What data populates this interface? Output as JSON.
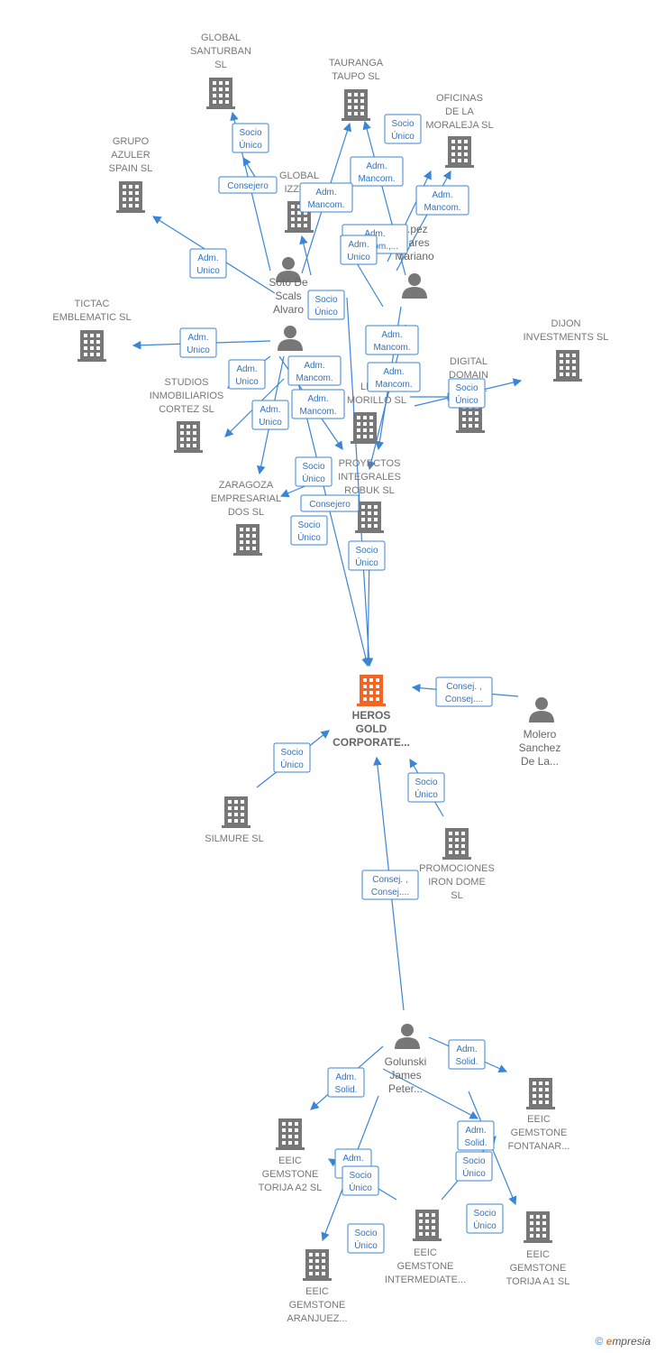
{
  "companies": [
    {
      "id": "global_santurban",
      "lines": [
        "GLOBAL",
        "SANTURBAN",
        "SL"
      ]
    },
    {
      "id": "tauranga",
      "lines": [
        "TAURANGA",
        "TAUPO  SL"
      ]
    },
    {
      "id": "oficinas",
      "lines": [
        "OFICINAS",
        "DE LA",
        "MORALEJA SL"
      ]
    },
    {
      "id": "grupo_azuler",
      "lines": [
        "GRUPO",
        "AZULER",
        "SPAIN SL"
      ]
    },
    {
      "id": "global_izze",
      "lines": [
        "GLOBAL",
        "IZZE..."
      ]
    },
    {
      "id": "tictac",
      "lines": [
        "TICTAC",
        "EMBLEMATIC SL"
      ]
    },
    {
      "id": "dijon",
      "lines": [
        "DIJON",
        "INVESTMENTS SL"
      ]
    },
    {
      "id": "digital_domain",
      "lines": [
        "DIGITAL",
        "DOMAIN",
        "CO...E..."
      ]
    },
    {
      "id": "studios",
      "lines": [
        "STUDIOS",
        "INMOBILIARIOS",
        "CORTEZ SL"
      ]
    },
    {
      "id": "llano_morillo",
      "lines": [
        "LLANO",
        "MORILLO SL"
      ]
    },
    {
      "id": "proyectos",
      "lines": [
        "PROYECTOS",
        "INTEGRALES",
        "ROBUK  SL"
      ]
    },
    {
      "id": "zaragoza",
      "lines": [
        "ZARAGOZA",
        "EMPRESARIAL",
        "DOS SL"
      ]
    },
    {
      "id": "heros",
      "lines": [
        "HEROS",
        "GOLD",
        "CORPORATE..."
      ],
      "focus": true
    },
    {
      "id": "silmure",
      "lines": [
        "SILMURE  SL"
      ]
    },
    {
      "id": "promociones",
      "lines": [
        "PROMOCIONES",
        "IRON DOME",
        "SL"
      ]
    },
    {
      "id": "eeic_fontanar",
      "lines": [
        "EEIC",
        "GEMSTONE",
        "FONTANAR..."
      ]
    },
    {
      "id": "eeic_torija_a2",
      "lines": [
        "EEIC",
        "GEMSTONE",
        "TORIJA A2  SL"
      ]
    },
    {
      "id": "eeic_intermediate",
      "lines": [
        "EEIC",
        "GEMSTONE",
        "INTERMEDIATE..."
      ]
    },
    {
      "id": "eeic_torija_a1",
      "lines": [
        "EEIC",
        "GEMSTONE",
        "TORIJA A1  SL"
      ]
    },
    {
      "id": "eeic_aranjuez",
      "lines": [
        "EEIC",
        "GEMSTONE",
        "ARANJUEZ..."
      ]
    }
  ],
  "persons": [
    {
      "id": "soto",
      "lines": [
        "Soto De",
        "Scals",
        "Alvaro"
      ]
    },
    {
      "id": "lopez",
      "lines": [
        "...pez",
        "...ares",
        "Mariano"
      ]
    },
    {
      "id": "center_person",
      "lines": []
    },
    {
      "id": "molero",
      "lines": [
        "Molero",
        "Sanchez",
        "De La..."
      ]
    },
    {
      "id": "golunski",
      "lines": [
        "Golunski",
        "James",
        "Peter..."
      ]
    }
  ],
  "relations": [
    {
      "id": "r1",
      "lines": [
        "Socio",
        "Único"
      ]
    },
    {
      "id": "r2",
      "lines": [
        "Consejero"
      ]
    },
    {
      "id": "r3",
      "lines": [
        "Socio",
        "Único"
      ]
    },
    {
      "id": "r4",
      "lines": [
        "Adm.",
        "Mancom."
      ]
    },
    {
      "id": "r5",
      "lines": [
        "Adm.",
        "Mancom."
      ]
    },
    {
      "id": "r6",
      "lines": [
        "Adm.",
        "Mancom."
      ]
    },
    {
      "id": "r7",
      "lines": [
        "Adm.",
        "Mancom.,..."
      ]
    },
    {
      "id": "r8",
      "lines": [
        "Adm.",
        "Unico"
      ]
    },
    {
      "id": "r9",
      "lines": [
        "Adm.",
        "Unico"
      ]
    },
    {
      "id": "r10",
      "lines": [
        "Socio",
        "Único"
      ]
    },
    {
      "id": "r11",
      "lines": [
        "Adm.",
        "Unico"
      ]
    },
    {
      "id": "r12",
      "lines": [
        "Adm.",
        "Mancom."
      ]
    },
    {
      "id": "r13",
      "lines": [
        "Adm.",
        "Unico"
      ]
    },
    {
      "id": "r14",
      "lines": [
        "Adm.",
        "Mancom."
      ]
    },
    {
      "id": "r15",
      "lines": [
        "Adm.",
        "Mancom."
      ]
    },
    {
      "id": "r16",
      "lines": [
        "Socio",
        "Único"
      ]
    },
    {
      "id": "r17",
      "lines": [
        "Adm.",
        "Mancom."
      ]
    },
    {
      "id": "r18",
      "lines": [
        "Adm.",
        "Unico"
      ]
    },
    {
      "id": "r19",
      "lines": [
        "Socio",
        "Único"
      ]
    },
    {
      "id": "r20",
      "lines": [
        "Consejero"
      ]
    },
    {
      "id": "r21",
      "lines": [
        "Socio",
        "Único"
      ]
    },
    {
      "id": "r22",
      "lines": [
        "Socio",
        "Único"
      ]
    },
    {
      "id": "r23",
      "lines": [
        "Consej. ,",
        "Consej...."
      ]
    },
    {
      "id": "r24",
      "lines": [
        "Socio",
        "Único"
      ]
    },
    {
      "id": "r25",
      "lines": [
        "Socio",
        "Único"
      ]
    },
    {
      "id": "r26",
      "lines": [
        "Consej. ,",
        "Consej...."
      ]
    },
    {
      "id": "r27",
      "lines": [
        "Adm.",
        "Solid."
      ]
    },
    {
      "id": "r28",
      "lines": [
        "Adm.",
        "Solid."
      ]
    },
    {
      "id": "r29",
      "lines": [
        "Adm.",
        "Solid."
      ]
    },
    {
      "id": "r30",
      "lines": [
        "Socio",
        "Único"
      ]
    },
    {
      "id": "r31",
      "lines": [
        "Adm.",
        "Solid."
      ]
    },
    {
      "id": "r32",
      "lines": [
        "Socio",
        "Único"
      ]
    },
    {
      "id": "r33",
      "lines": [
        "Socio",
        "Único"
      ]
    },
    {
      "id": "r34",
      "lines": [
        "Socio",
        "Único"
      ]
    }
  ],
  "colors": {
    "accent": "#3a86d6",
    "focus": "#f26522",
    "node": "#777777"
  },
  "footer": {
    "copyright": "©",
    "brand_e": "e",
    "brand_rest": "mpresia"
  }
}
